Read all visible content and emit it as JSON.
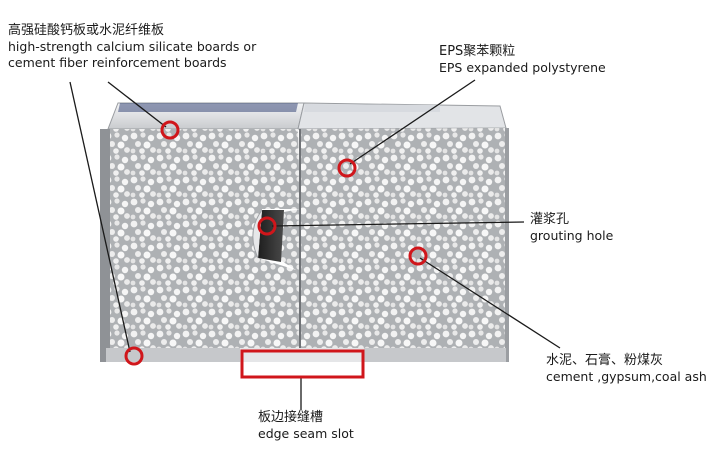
{
  "labels": {
    "boards": {
      "zh": "高强硅酸钙板或水泥纤维板",
      "en1": "high-strength calcium silicate boards or",
      "en2": "cement fiber reinforcement boards"
    },
    "eps": {
      "zh": "EPS聚苯颗粒",
      "en": "EPS expanded polystyrene"
    },
    "hole": {
      "zh": "灌浆孔",
      "en": "grouting hole"
    },
    "mix": {
      "zh": "水泥、石膏、粉煤灰",
      "en": "cement ,gypsum,coal ash"
    },
    "slot": {
      "zh": "板边接缝槽",
      "en": "edge seam slot"
    }
  },
  "colors": {
    "marker": "#d0161b",
    "leader": "#1a1a1a",
    "panel_face": "#b7b9bc",
    "bead": "#f4f4f4",
    "top_edge": "#e9eaec"
  }
}
